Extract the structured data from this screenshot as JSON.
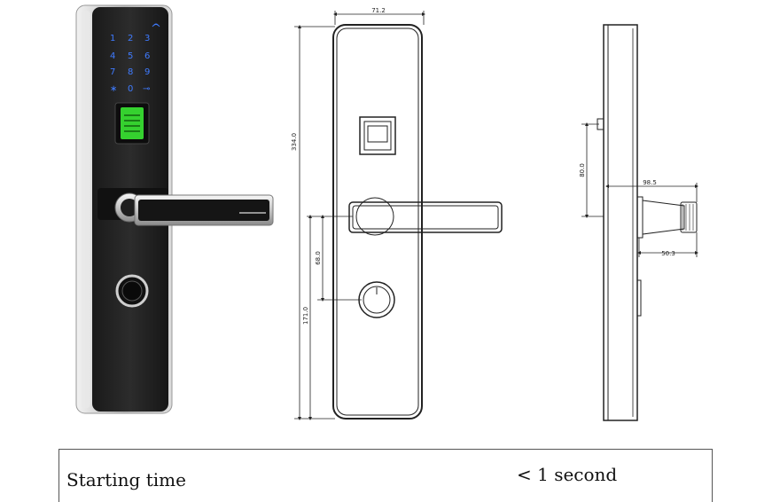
{
  "product_photo": {
    "keypad_keys": [
      "1",
      "2",
      "3",
      "4",
      "5",
      "6",
      "7",
      "8",
      "9",
      "∗",
      "0",
      "⊸"
    ],
    "indicator_icon": "signal-icon",
    "fingerprint_sensor_color": "#35d12f",
    "keypad_color": "#3f7bff"
  },
  "front_drawing": {
    "width_label": "71.2",
    "height_label": "334.0",
    "handle_to_cylinder_label": "68.0",
    "cylinder_to_bottom_label": "171.0"
  },
  "side_drawing": {
    "offset_label": "80.0",
    "handle_depth_label": "98.5",
    "rose_depth_label": "50.3"
  },
  "spec_table": {
    "rows": [
      {
        "label": "Starting time",
        "value": "< 1 second"
      }
    ]
  }
}
